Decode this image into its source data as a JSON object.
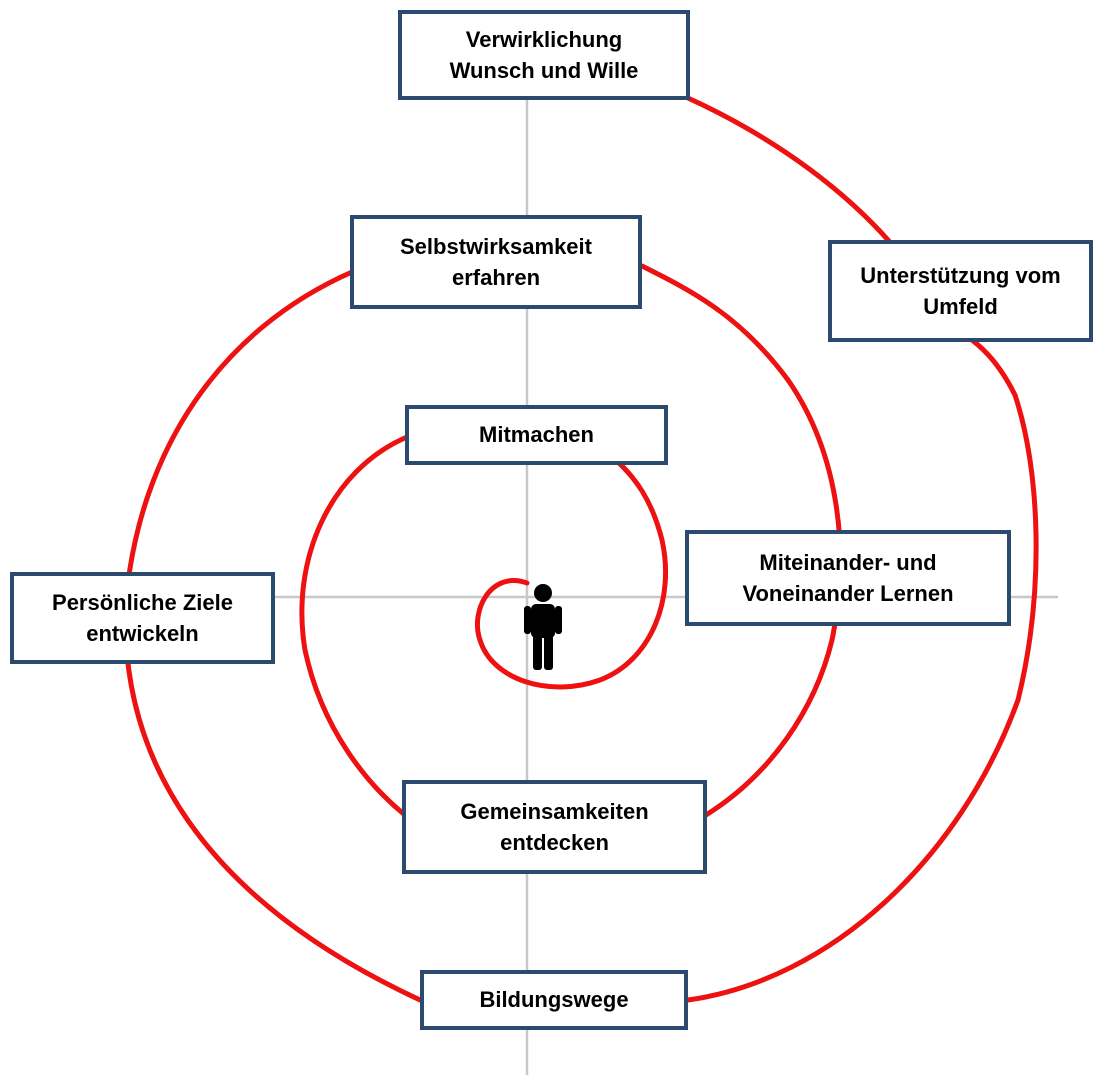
{
  "colors": {
    "spiral": "#ee1111",
    "axis": "#c8c8c8",
    "box_border": "#2c4a6e",
    "box_fill": "#ffffff",
    "text": "#000000",
    "figure": "#000000"
  },
  "center_icon": "person-icon",
  "stages": {
    "verwirklichung": "Verwirklichung\nWunsch und Wille",
    "unterstuetzung": "Unterstützung vom\nUmfeld",
    "selbstwirksamkeit": "Selbstwirksamkeit\nerfahren",
    "mitmachen": "Mitmachen",
    "miteinander": "Miteinander- und\nVoneinander Lernen",
    "persoenliche_ziele": "Persönliche Ziele\nentwickeln",
    "gemeinsamkeiten": "Gemeinsamkeiten\nentdecken",
    "bildungswege": "Bildungswege"
  }
}
